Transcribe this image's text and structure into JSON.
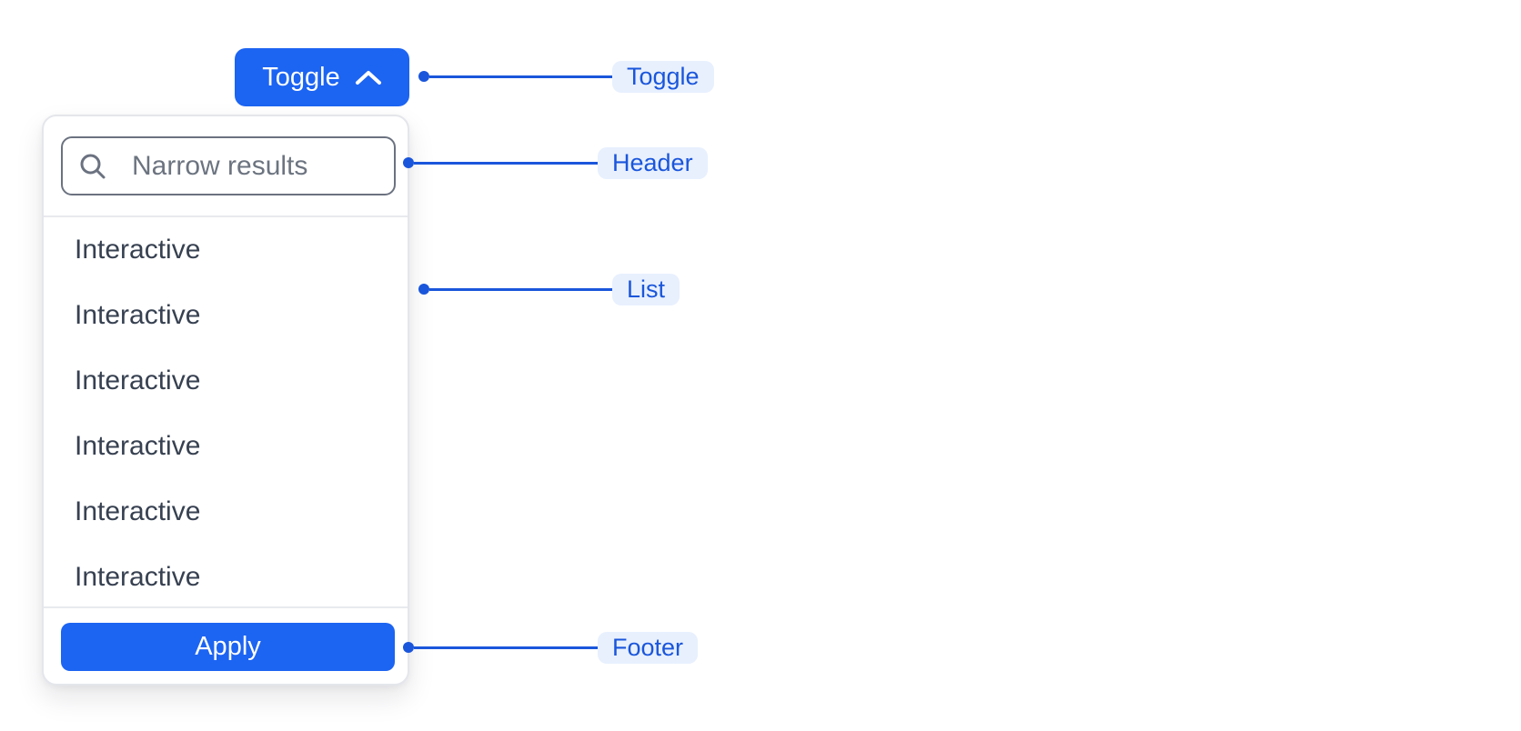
{
  "toggle": {
    "label": "Toggle"
  },
  "panel": {
    "search": {
      "placeholder": "Narrow results",
      "value": ""
    },
    "list": {
      "items": [
        "Interactive",
        "Interactive",
        "Interactive",
        "Interactive",
        "Interactive",
        "Interactive"
      ]
    },
    "footer": {
      "apply_label": "Apply"
    }
  },
  "annotations": {
    "toggle": "Toggle",
    "header": "Header",
    "list": "List",
    "footer": "Footer"
  },
  "colors": {
    "primary": "#1C64F2",
    "annotation-blue": "#1A56DB",
    "annotation-chip-bg": "#E8F0FE"
  }
}
